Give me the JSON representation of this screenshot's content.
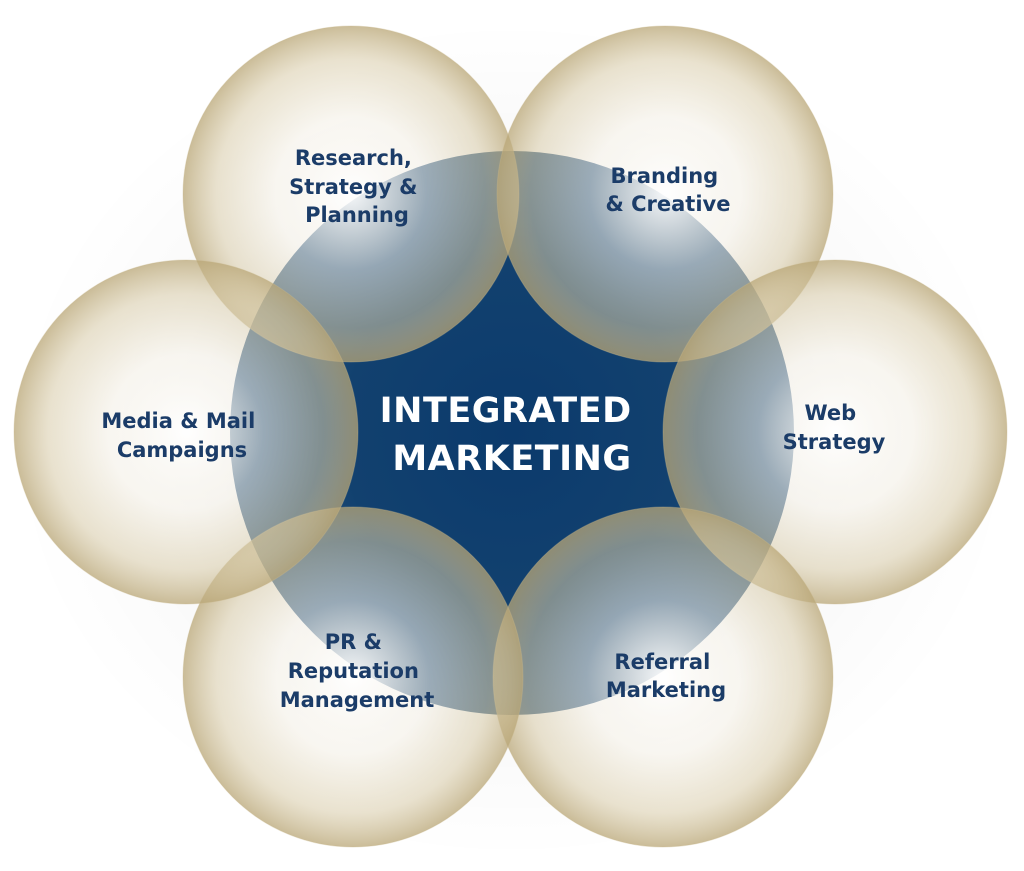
{
  "center": {
    "lines": [
      "INTEGRATED",
      "MARKETING"
    ]
  },
  "nodes": [
    {
      "id": "research",
      "lines": [
        "Research,",
        "Strategy &",
        "Planning"
      ]
    },
    {
      "id": "branding",
      "lines": [
        "Branding",
        "& Creative"
      ]
    },
    {
      "id": "web",
      "lines": [
        "Web",
        "Strategy"
      ]
    },
    {
      "id": "referral",
      "lines": [
        "Referral",
        "Marketing"
      ]
    },
    {
      "id": "pr",
      "lines": [
        "PR &",
        "Reputation",
        "Management"
      ]
    },
    {
      "id": "media",
      "lines": [
        "Media & Mail",
        "Campaigns"
      ]
    }
  ],
  "colors": {
    "center_fill": "#0f3d6f",
    "petal_fill": "#d9ccaa",
    "petal_edge": "#c1ad80",
    "label_text": "#1b3c68",
    "center_text": "#ffffff"
  }
}
